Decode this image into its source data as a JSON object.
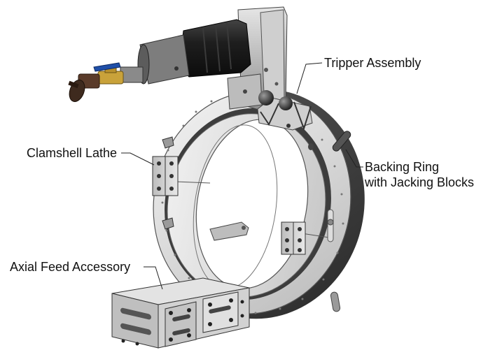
{
  "callouts": {
    "tripper": "Tripper Assembly",
    "clamshell": "Clamshell Lathe",
    "backing_line1": "Backing Ring",
    "backing_line2": "with Jacking Blocks",
    "axial": "Axial Feed Accessory"
  },
  "colors": {
    "ring_light": "#d9d9d9",
    "ring_dark": "#3a3a3a",
    "motor_black": "#1a1a1a",
    "valve_brass": "#c9a23a",
    "valve_handle": "#1f4fa8",
    "quick_coupler": "#5a3b2a"
  }
}
